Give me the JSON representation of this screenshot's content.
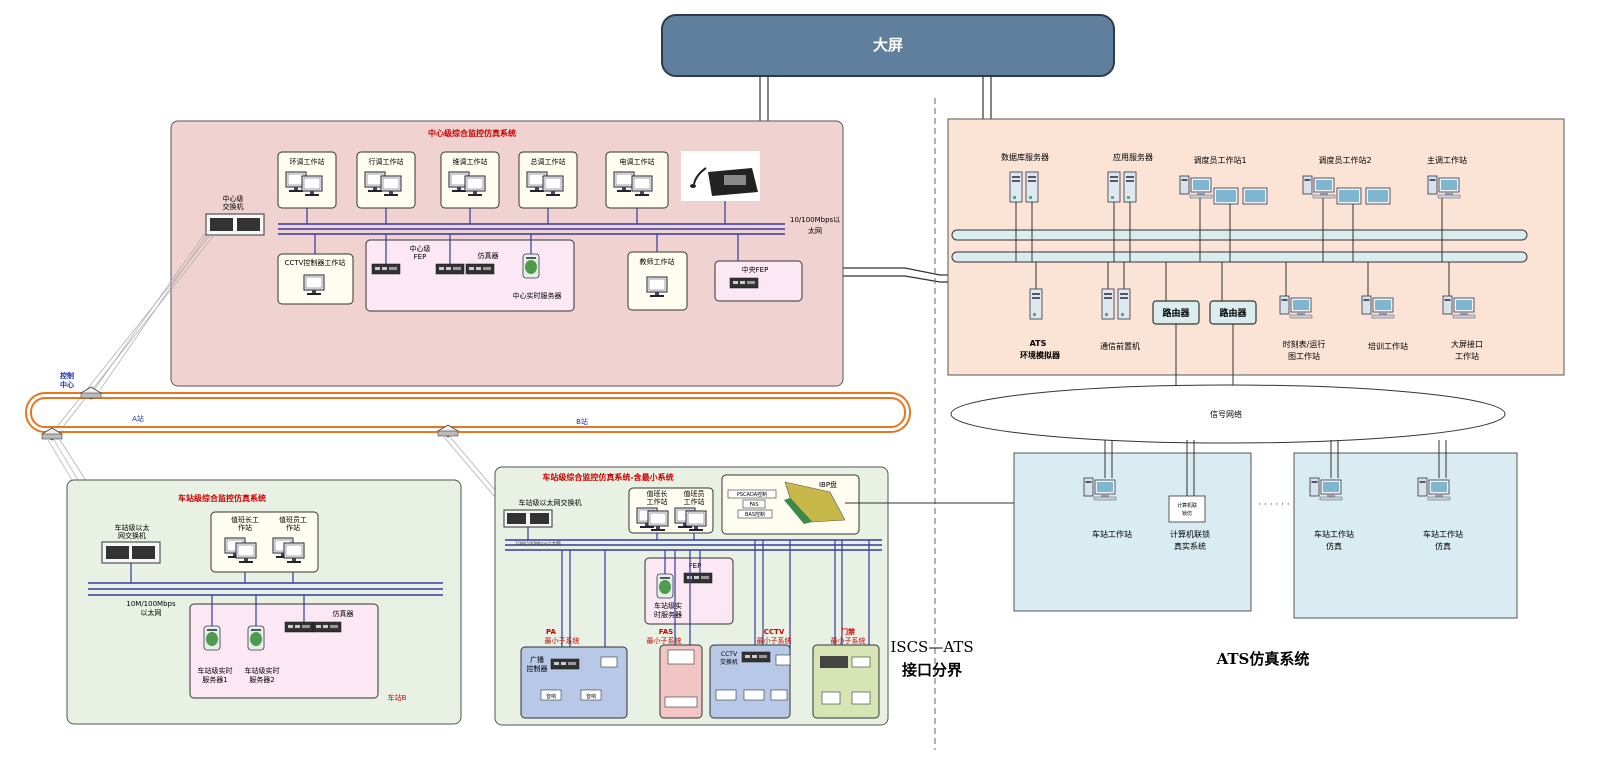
{
  "big_screen": {
    "label": "大屏"
  },
  "center": {
    "title": "中心级综合监控仿真系统",
    "switch_label_1": "中心级",
    "switch_label_2": "交换机",
    "ethernet_1": "10/100Mbps以",
    "ethernet_2": "太网",
    "workstations": [
      "环调工作站",
      "行调工作站",
      "维调工作站",
      "总调工作站",
      "电调工作站"
    ],
    "cctv_ws": "CCTV控制器工作站",
    "fep_label_1": "中心级",
    "fep_label_2": "FEP",
    "simulator": "仿真器",
    "rt_server": "中心实时服务器",
    "teacher_ws": "教师工作站",
    "central_fep": "中央FEP"
  },
  "ring": {
    "center_label_1": "控制",
    "center_label_2": "中心",
    "station_a": "A站",
    "station_b": "B站"
  },
  "station_left": {
    "title": "车站级综合监控仿真系统",
    "switch_1": "车站级以太",
    "switch_2": "网交换机",
    "ws1_1": "值班长工",
    "ws1_2": "作站",
    "ws2_1": "值班员工",
    "ws2_2": "作站",
    "ethernet_1": "10M/100Mbps",
    "ethernet_2": "以太网",
    "simulator": "仿真器",
    "server1_1": "车站级实时",
    "server1_2": "服务器1",
    "server2_1": "车站级实时",
    "server2_2": "服务器2",
    "station_tag": "车站B"
  },
  "station_right": {
    "title": "车站级综合监控仿真系统-含最小系统",
    "switch": "车站级以太网交换机",
    "bus_label": "10M/100Mbps以太网",
    "ws1_1": "值班长",
    "ws1_2": "工作站",
    "ws2_1": "值班员",
    "ws2_2": "工作站",
    "ibp": "IBP盘",
    "ibp_row1": "PSCADA控制",
    "ibp_row2": "FAS",
    "ibp_row3": "BAS控制",
    "fep": "FEP",
    "server_1": "车站级实",
    "server_2": "时服务器",
    "pa_1": "PA",
    "pa_2": "最小子系统",
    "pa_ctrl_1": "广播",
    "pa_ctrl_2": "控制器",
    "pa_dev1": "音响",
    "pa_dev2": "音响",
    "fas_title": "FAS",
    "fas_sub": "最小子系统",
    "cctv_1": "CCTV",
    "cctv_2": "最小子系统",
    "cctv_sw_1": "CCTV",
    "cctv_sw_2": "交换机",
    "door_1": "门禁",
    "door_2": "最小子系统"
  },
  "boundary": {
    "line1": "ISCS—ATS",
    "line2": "接口分界"
  },
  "ats": {
    "db_server": "数据库服务器",
    "app_server": "应用服务器",
    "dispatcher1": "调度员工作站1",
    "dispatcher2": "调度员工作站2",
    "chief": "主调工作站",
    "env_sim_1": "ATS",
    "env_sim_2": "环境模拟器",
    "comm_fep": "通信前置机",
    "router1": "路由器",
    "router2": "路由器",
    "timetable_1": "时刻表/运行",
    "timetable_2": "图工作站",
    "training": "培训工作站",
    "screen_if_1": "大屏接口",
    "screen_if_2": "工作站",
    "signal_net": "信号网络",
    "station_ws": "车站工作站",
    "interlock_box_1": "计算机联",
    "interlock_box_2": "锁仿",
    "interlock_1": "计算机联锁",
    "interlock_2": "真实系统",
    "ellipsis": "· · · · · ·",
    "station_ws_sim1_1": "车站工作站",
    "station_ws_sim1_2": "仿真",
    "station_ws_sim2_1": "车站工作站",
    "station_ws_sim2_2": "仿真",
    "system_title": "ATS仿真系统"
  }
}
